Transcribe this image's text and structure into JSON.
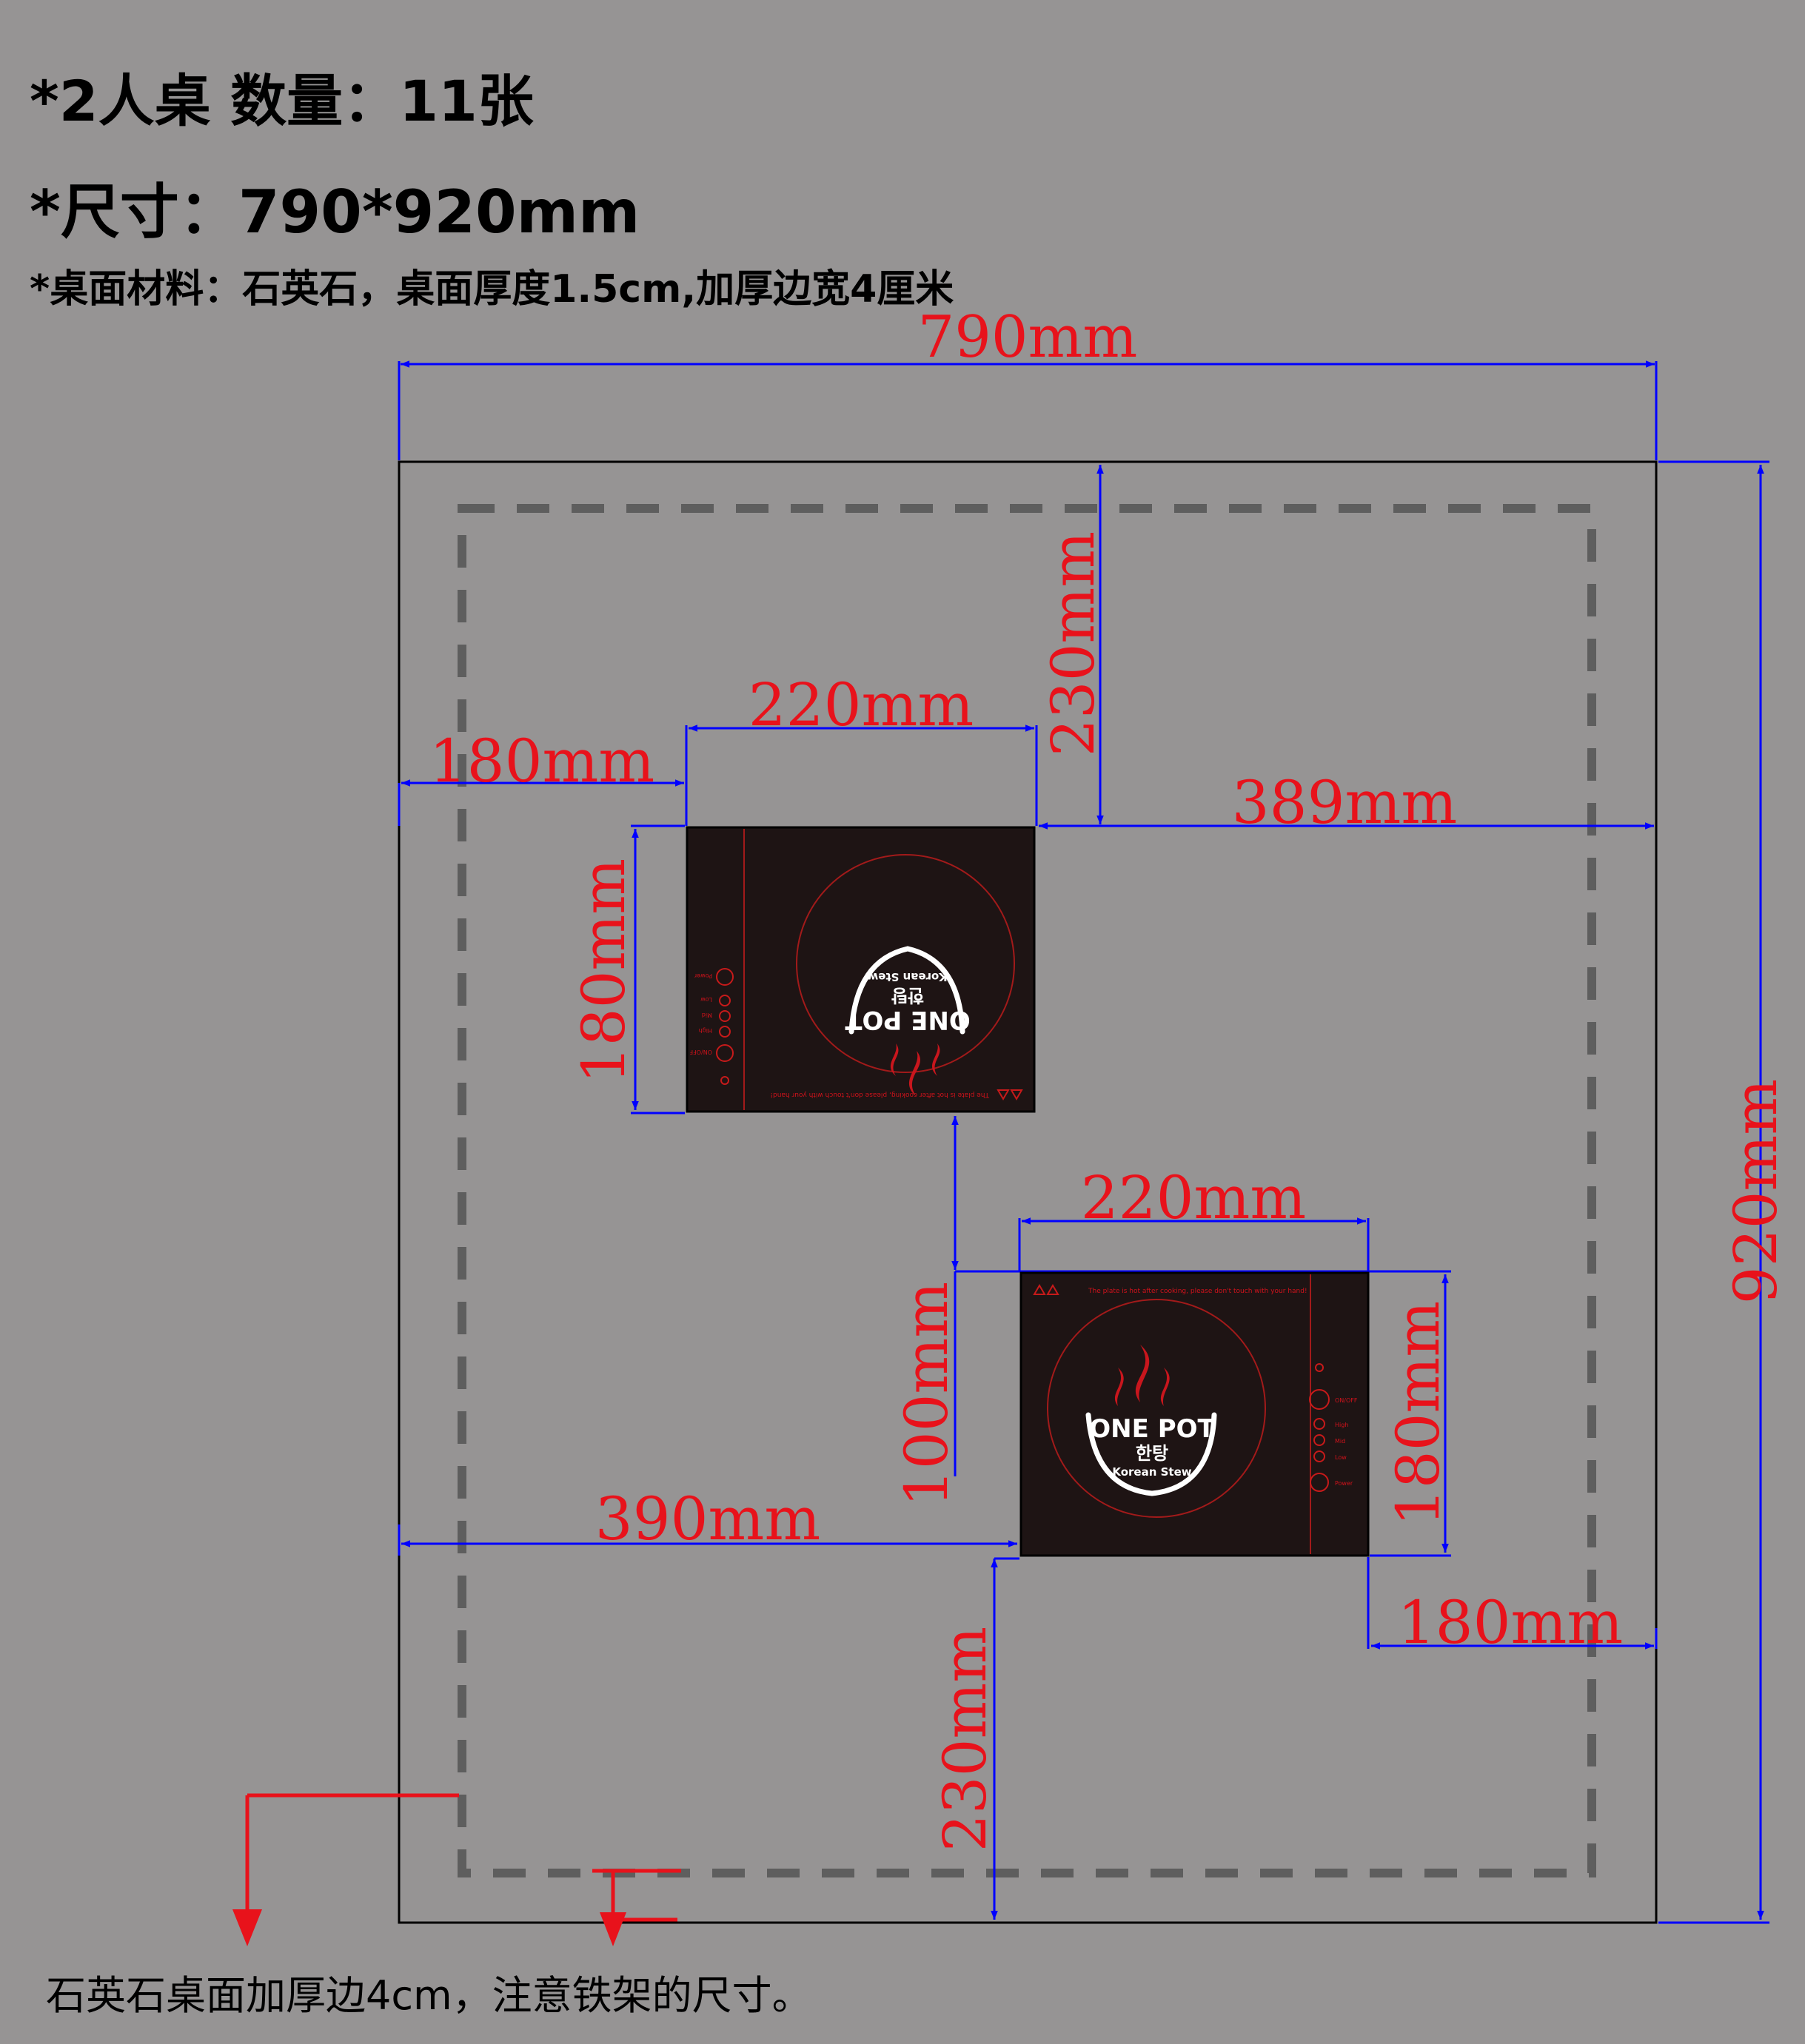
{
  "header": {
    "line1": "*2人桌  数量：11张",
    "line2": "*尺寸：790*920mm",
    "line3": "*桌面材料：石英石，桌面厚度1.5cm,加厚边宽4厘米"
  },
  "footer_note": "石英石桌面加厚边4cm，注意铁架的尺寸。",
  "dimensions": {
    "table_width": "790mm",
    "table_depth": "920mm",
    "top_gap": "230mm",
    "bottom_gap": "230mm",
    "cooktop1_width": "220mm",
    "cooktop1_height": "180mm",
    "cooktop1_left": "180mm",
    "cooktop1_right": "389mm",
    "cooktop_gap": "100mm",
    "cooktop2_width": "220mm",
    "cooktop2_height": "180mm",
    "cooktop2_left": "390mm",
    "cooktop2_right": "180mm"
  },
  "cooktop": {
    "logo_main": "ONE POT",
    "logo_korean": "한탕",
    "logo_sub": "Korean Stew",
    "warning": "The plate is hot after cooking, please don't touch with your hand!",
    "controls": [
      "ON/OFF",
      "High",
      "Mid",
      "Low",
      "Power"
    ]
  },
  "colors": {
    "background": "#969494",
    "dimension_line": "#0000ff",
    "dimension_text": "#e8121b",
    "annotation_arrow": "#e8121b",
    "cooktop_body": "#1e1414",
    "dashed_outline": "#5e5e5e"
  }
}
